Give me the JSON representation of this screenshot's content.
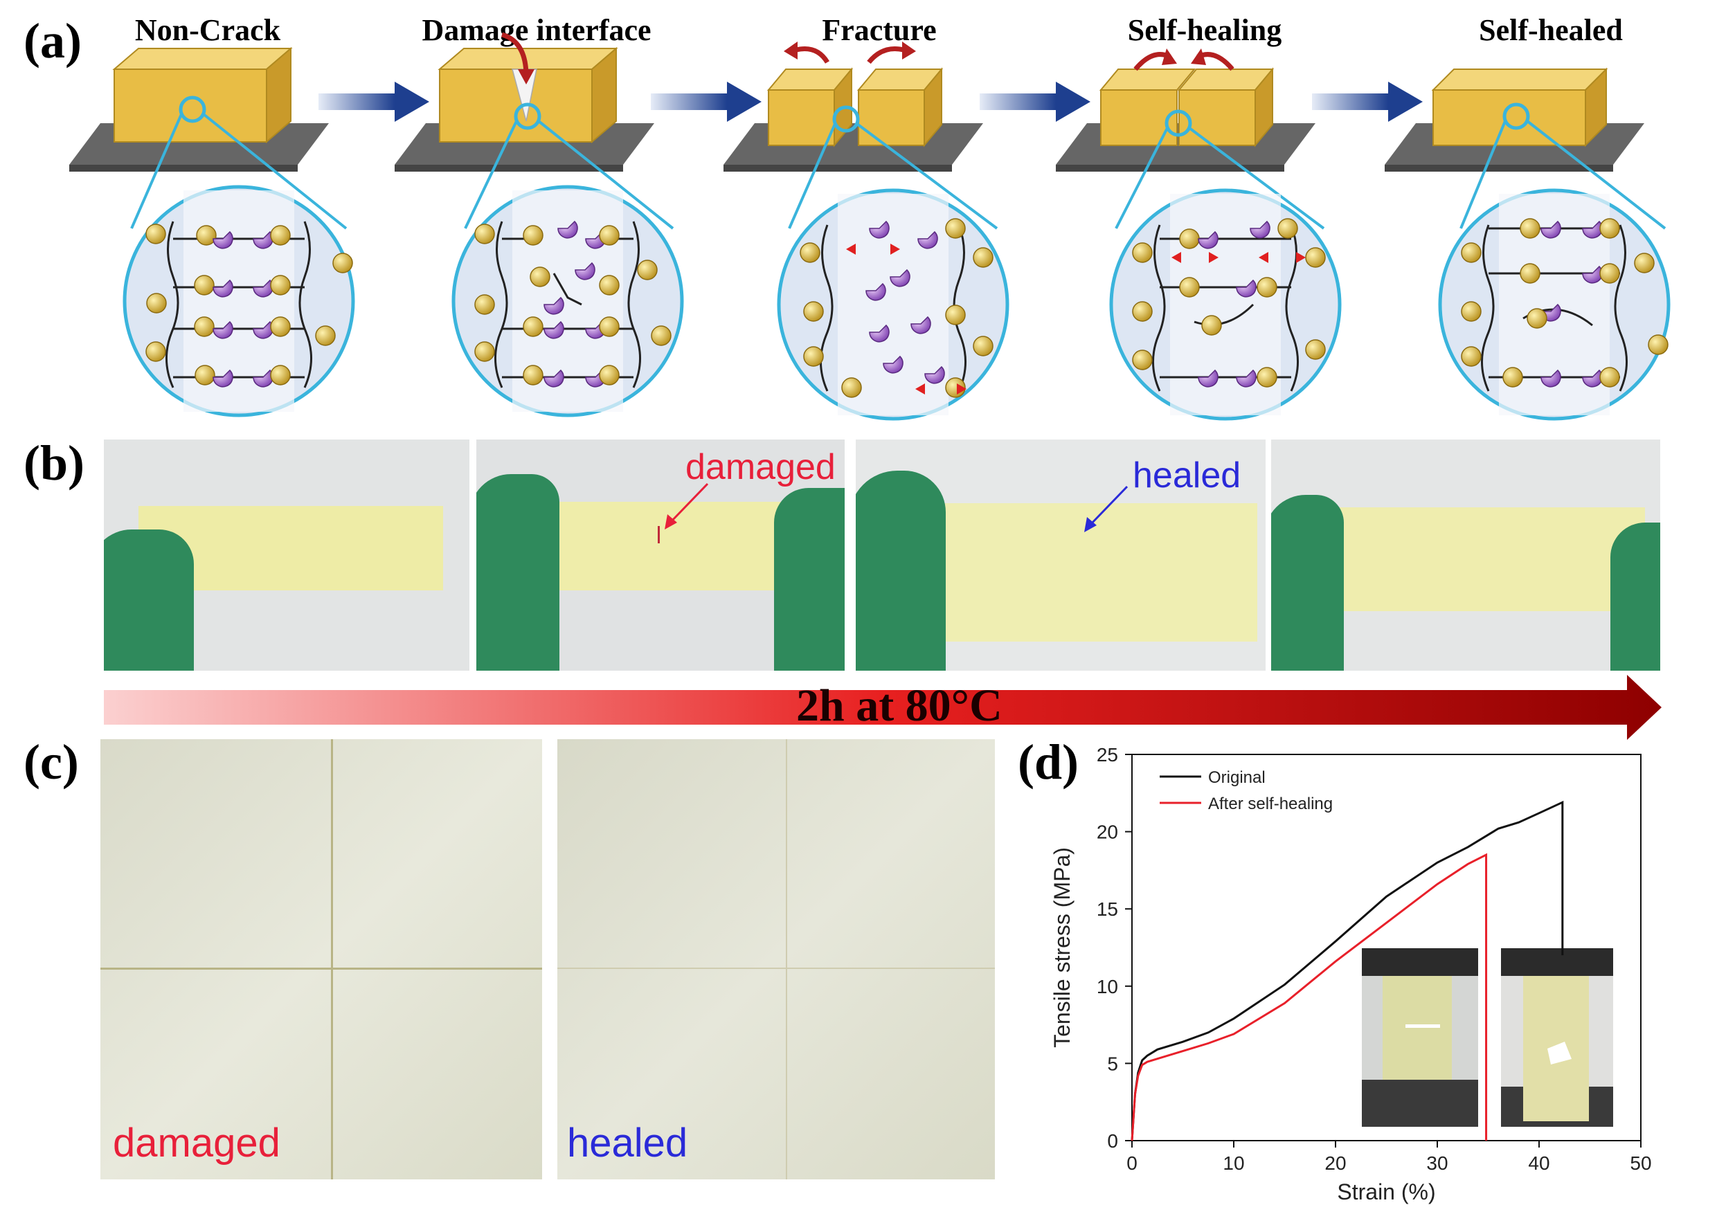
{
  "panel_labels": {
    "a": "(a)",
    "b": "(b)",
    "c": "(c)",
    "d": "(d)"
  },
  "stages": [
    {
      "title": "Non-Crack"
    },
    {
      "title": "Damage interface"
    },
    {
      "title": "Fracture"
    },
    {
      "title": "Self-healing"
    },
    {
      "title": "Self-healed"
    }
  ],
  "photos_b": {
    "damaged_label": "damaged",
    "healed_label": "healed"
  },
  "heating_bar": {
    "label": "2h at 80°C"
  },
  "micro_c": {
    "damaged_label": "damaged",
    "healed_label": "healed"
  },
  "colors": {
    "damaged": "#e8203a",
    "healed": "#2a2ad8",
    "original": "#111111",
    "after": "#e8202a",
    "block": "#e8bd45",
    "ring": "#3ab4dc",
    "arrow": "#1e3f8f",
    "heat_start": "#fbd0d0",
    "heat_end": "#8e0000"
  },
  "chart_data": {
    "type": "line",
    "xlabel": "Strain (%)",
    "ylabel": "Tensile stress (MPa)",
    "xlim": [
      0,
      50
    ],
    "ylim": [
      0,
      25
    ],
    "xticks": [
      0,
      10,
      20,
      30,
      40,
      50
    ],
    "yticks": [
      0,
      5,
      10,
      15,
      20,
      25
    ],
    "legend_position": "top-left",
    "series": [
      {
        "name": "Original",
        "x": [
          0,
          0.3,
          0.6,
          1,
          1.5,
          2.5,
          5,
          7.5,
          10,
          15,
          20,
          25,
          30,
          33,
          36,
          38,
          40,
          42.3,
          42.3
        ],
        "y": [
          0,
          3.0,
          4.4,
          5.2,
          5.5,
          5.9,
          6.4,
          7.0,
          7.9,
          10.1,
          12.9,
          15.8,
          18.0,
          19.0,
          20.2,
          20.6,
          21.2,
          21.9,
          12.0
        ]
      },
      {
        "name": "After self-healing",
        "x": [
          0,
          0.3,
          0.6,
          1,
          1.5,
          2.5,
          5,
          7.5,
          10,
          15,
          20,
          25,
          30,
          33,
          34.8,
          34.8
        ],
        "y": [
          0,
          3.0,
          4.2,
          4.9,
          5.1,
          5.3,
          5.8,
          6.3,
          6.9,
          8.9,
          11.6,
          14.1,
          16.6,
          17.9,
          18.5,
          0
        ]
      }
    ]
  }
}
